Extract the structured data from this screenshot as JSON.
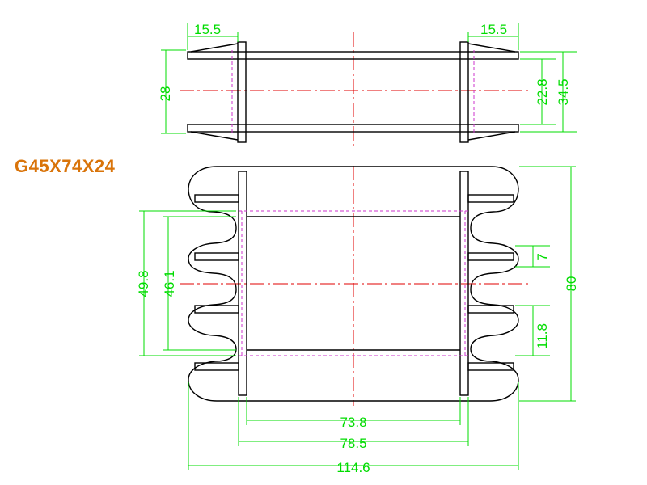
{
  "title": "G45X74X24",
  "colors": {
    "title": "#d9740a",
    "dimension": "#00dc00",
    "outline": "#000000",
    "hidden_line": "#cc33cc",
    "center_line": "#e00000"
  },
  "side_view": {
    "dims": {
      "flange_left": "15.5",
      "flange_right": "15.5",
      "height_left": "28",
      "inner_height": "22.8",
      "outer_height": "34.5"
    }
  },
  "top_view": {
    "dims": {
      "slot_width": "7",
      "height_outer": "49.8",
      "height_inner": "46.1",
      "total_height": "80",
      "slot_pitch": "11.8",
      "inner_length": "73.8",
      "flange_length": "78.5",
      "total_length": "114.6"
    }
  }
}
